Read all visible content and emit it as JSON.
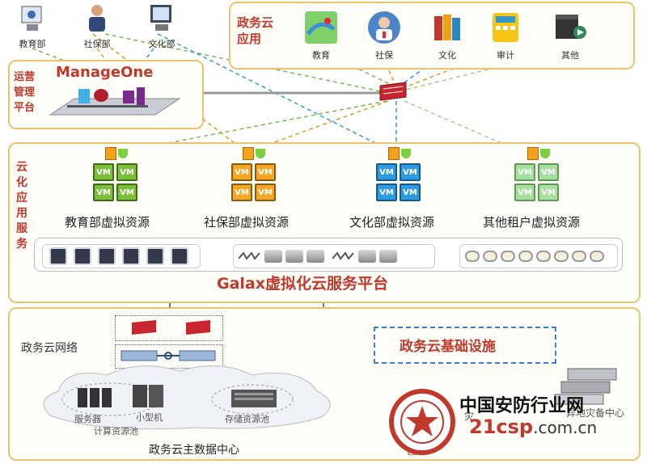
{
  "departments": [
    {
      "label": "教育部",
      "icon": "user-computer-icon"
    },
    {
      "label": "社保部",
      "icon": "user-icon"
    },
    {
      "label": "文化部",
      "icon": "user-computer-icon"
    }
  ],
  "gov_cloud_apps": {
    "title_line1": "政务云",
    "title_line2": "应用",
    "items": [
      {
        "label": "教育",
        "icon": "map-icon"
      },
      {
        "label": "社保",
        "icon": "doctor-icon"
      },
      {
        "label": "文化",
        "icon": "books-icon"
      },
      {
        "label": "审计",
        "icon": "calculator-icon"
      },
      {
        "label": "其他",
        "icon": "film-icon"
      }
    ]
  },
  "ops_platform": {
    "label_lines": [
      "运营",
      "管理",
      "平台"
    ],
    "brand": "ManageOne"
  },
  "cloud_services": {
    "label_lines": [
      "云",
      "化",
      "应",
      "用",
      "服",
      "务"
    ],
    "vm_label": "VM",
    "resources": [
      {
        "label": "教育部虚拟资源",
        "color": "#7cbf3a"
      },
      {
        "label": "社保部虚拟资源",
        "color": "#f5a623"
      },
      {
        "label": "文化部虚拟资源",
        "color": "#2d9be0"
      },
      {
        "label": "其他租户虚拟资源",
        "color": "#a7dfa0"
      }
    ],
    "platform_name": "Galax虚拟化云服务平台"
  },
  "infrastructure": {
    "network_label": "政务云网络",
    "title": "政务云基础设施",
    "datacenter_label": "政务云主数据中心",
    "server_label": "服务器",
    "compute_label": "计算资源池",
    "minicomputer_label": "小型机",
    "storage_label": "存储资源池",
    "disaster_label": "异地灾备中心",
    "disaster_partial": "灾"
  },
  "watermark": {
    "cn": "中国安防行业网",
    "site_main": "21csp",
    "site_rest": ".com.cn",
    "seal_text": "CSPIA"
  }
}
